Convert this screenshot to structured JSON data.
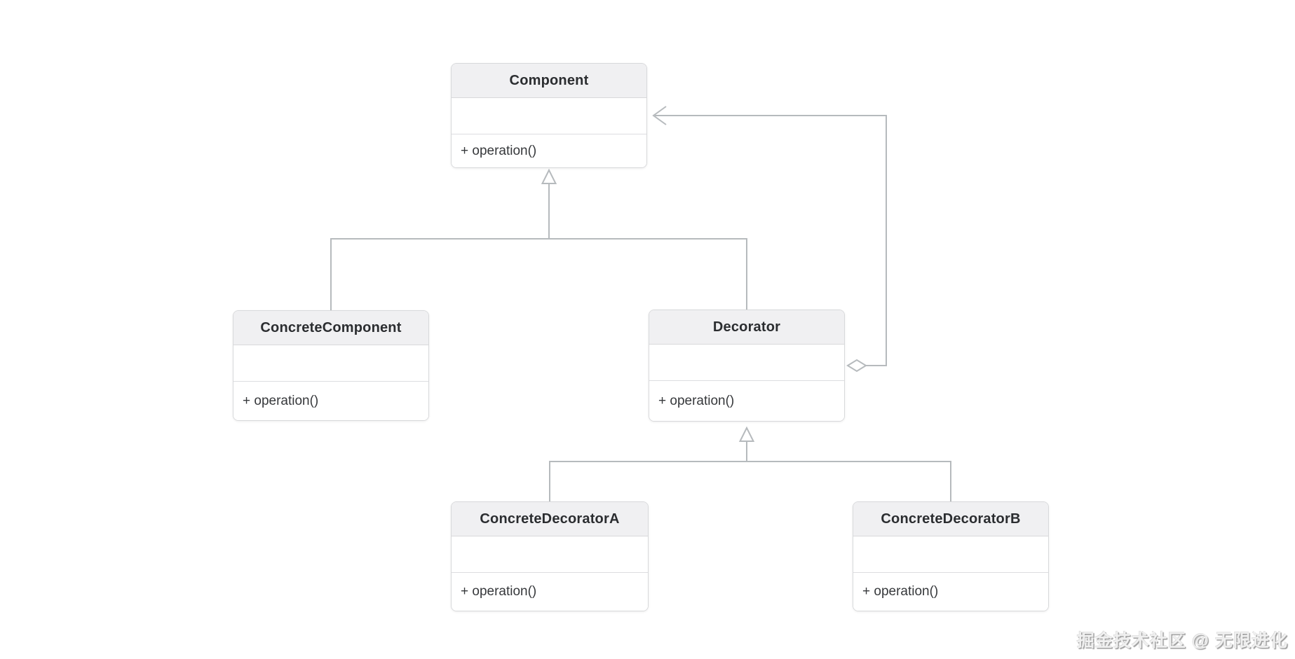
{
  "diagram": {
    "kind": "uml-class-diagram",
    "classes": [
      {
        "name": "Component",
        "attributes": [],
        "methods": [
          "+ operation()"
        ]
      },
      {
        "name": "ConcreteComponent",
        "attributes": [],
        "methods": [
          "+ operation()"
        ]
      },
      {
        "name": "Decorator",
        "attributes": [],
        "methods": [
          "+ operation()"
        ]
      },
      {
        "name": "ConcreteDecoratorA",
        "attributes": [],
        "methods": [
          "+ operation()"
        ]
      },
      {
        "name": "ConcreteDecoratorB",
        "attributes": [],
        "methods": [
          "+ operation()"
        ]
      }
    ],
    "relationships": [
      {
        "type": "generalization",
        "from": "ConcreteComponent",
        "to": "Component"
      },
      {
        "type": "generalization",
        "from": "Decorator",
        "to": "Component"
      },
      {
        "type": "generalization",
        "from": "ConcreteDecoratorA",
        "to": "Decorator"
      },
      {
        "type": "generalization",
        "from": "ConcreteDecoratorB",
        "to": "Decorator"
      },
      {
        "type": "aggregation",
        "from": "Decorator",
        "to": "Component",
        "diamond_end": "Decorator",
        "arrow_end": "Component"
      }
    ]
  },
  "watermark": {
    "text": "掘金技术社区 @ 无限进化"
  },
  "colors": {
    "background": "#ffffff",
    "box_border": "#d8d9db",
    "box_divider": "#dcdde0",
    "header_bg": "#f0f0f2",
    "title_text": "#2b2d30",
    "method_text": "#36383b",
    "connector": "#b6babd",
    "watermark": "#c9c9c9"
  }
}
